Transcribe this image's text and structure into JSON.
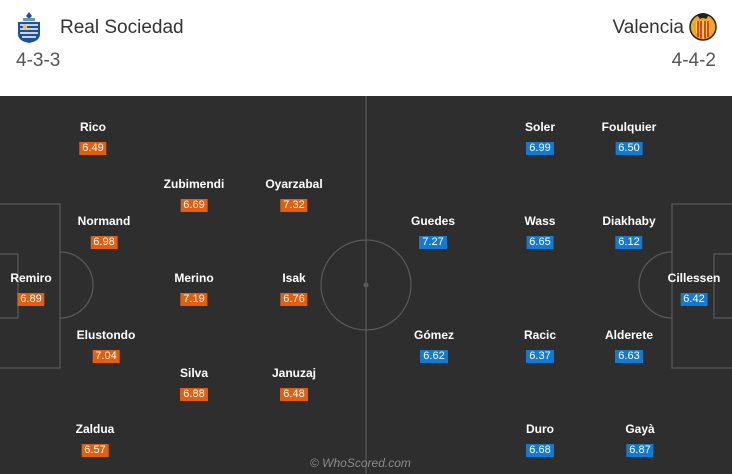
{
  "home": {
    "name": "Real Sociedad",
    "formation": "4-3-3",
    "crest_icon": "real-sociedad-crest-icon",
    "rating_color": "#e0600f",
    "players": [
      {
        "name": "Rico",
        "rating": "6.49"
      },
      {
        "name": "Zubimendi",
        "rating": "6.69"
      },
      {
        "name": "Oyarzabal",
        "rating": "7.32"
      },
      {
        "name": "Normand",
        "rating": "6.98"
      },
      {
        "name": "Remiro",
        "rating": "6.89"
      },
      {
        "name": "Merino",
        "rating": "7.19"
      },
      {
        "name": "Isak",
        "rating": "6.76"
      },
      {
        "name": "Elustondo",
        "rating": "7.04"
      },
      {
        "name": "Silva",
        "rating": "6.88"
      },
      {
        "name": "Januzaj",
        "rating": "6.48"
      },
      {
        "name": "Zaldua",
        "rating": "6.57"
      }
    ]
  },
  "away": {
    "name": "Valencia",
    "formation": "4-4-2",
    "crest_icon": "valencia-crest-icon",
    "rating_color": "#1479d0",
    "players": [
      {
        "name": "Soler",
        "rating": "6.99"
      },
      {
        "name": "Foulquier",
        "rating": "6.50"
      },
      {
        "name": "Guedes",
        "rating": "7.27"
      },
      {
        "name": "Wass",
        "rating": "6.65"
      },
      {
        "name": "Diakhaby",
        "rating": "6.12"
      },
      {
        "name": "Cillessen",
        "rating": "6.42"
      },
      {
        "name": "Gómez",
        "rating": "6.62"
      },
      {
        "name": "Racic",
        "rating": "6.37"
      },
      {
        "name": "Alderete",
        "rating": "6.63"
      },
      {
        "name": "Duro",
        "rating": "6.68"
      },
      {
        "name": "Gayà",
        "rating": "6.87"
      }
    ]
  },
  "watermark": "© WhoScored.com"
}
